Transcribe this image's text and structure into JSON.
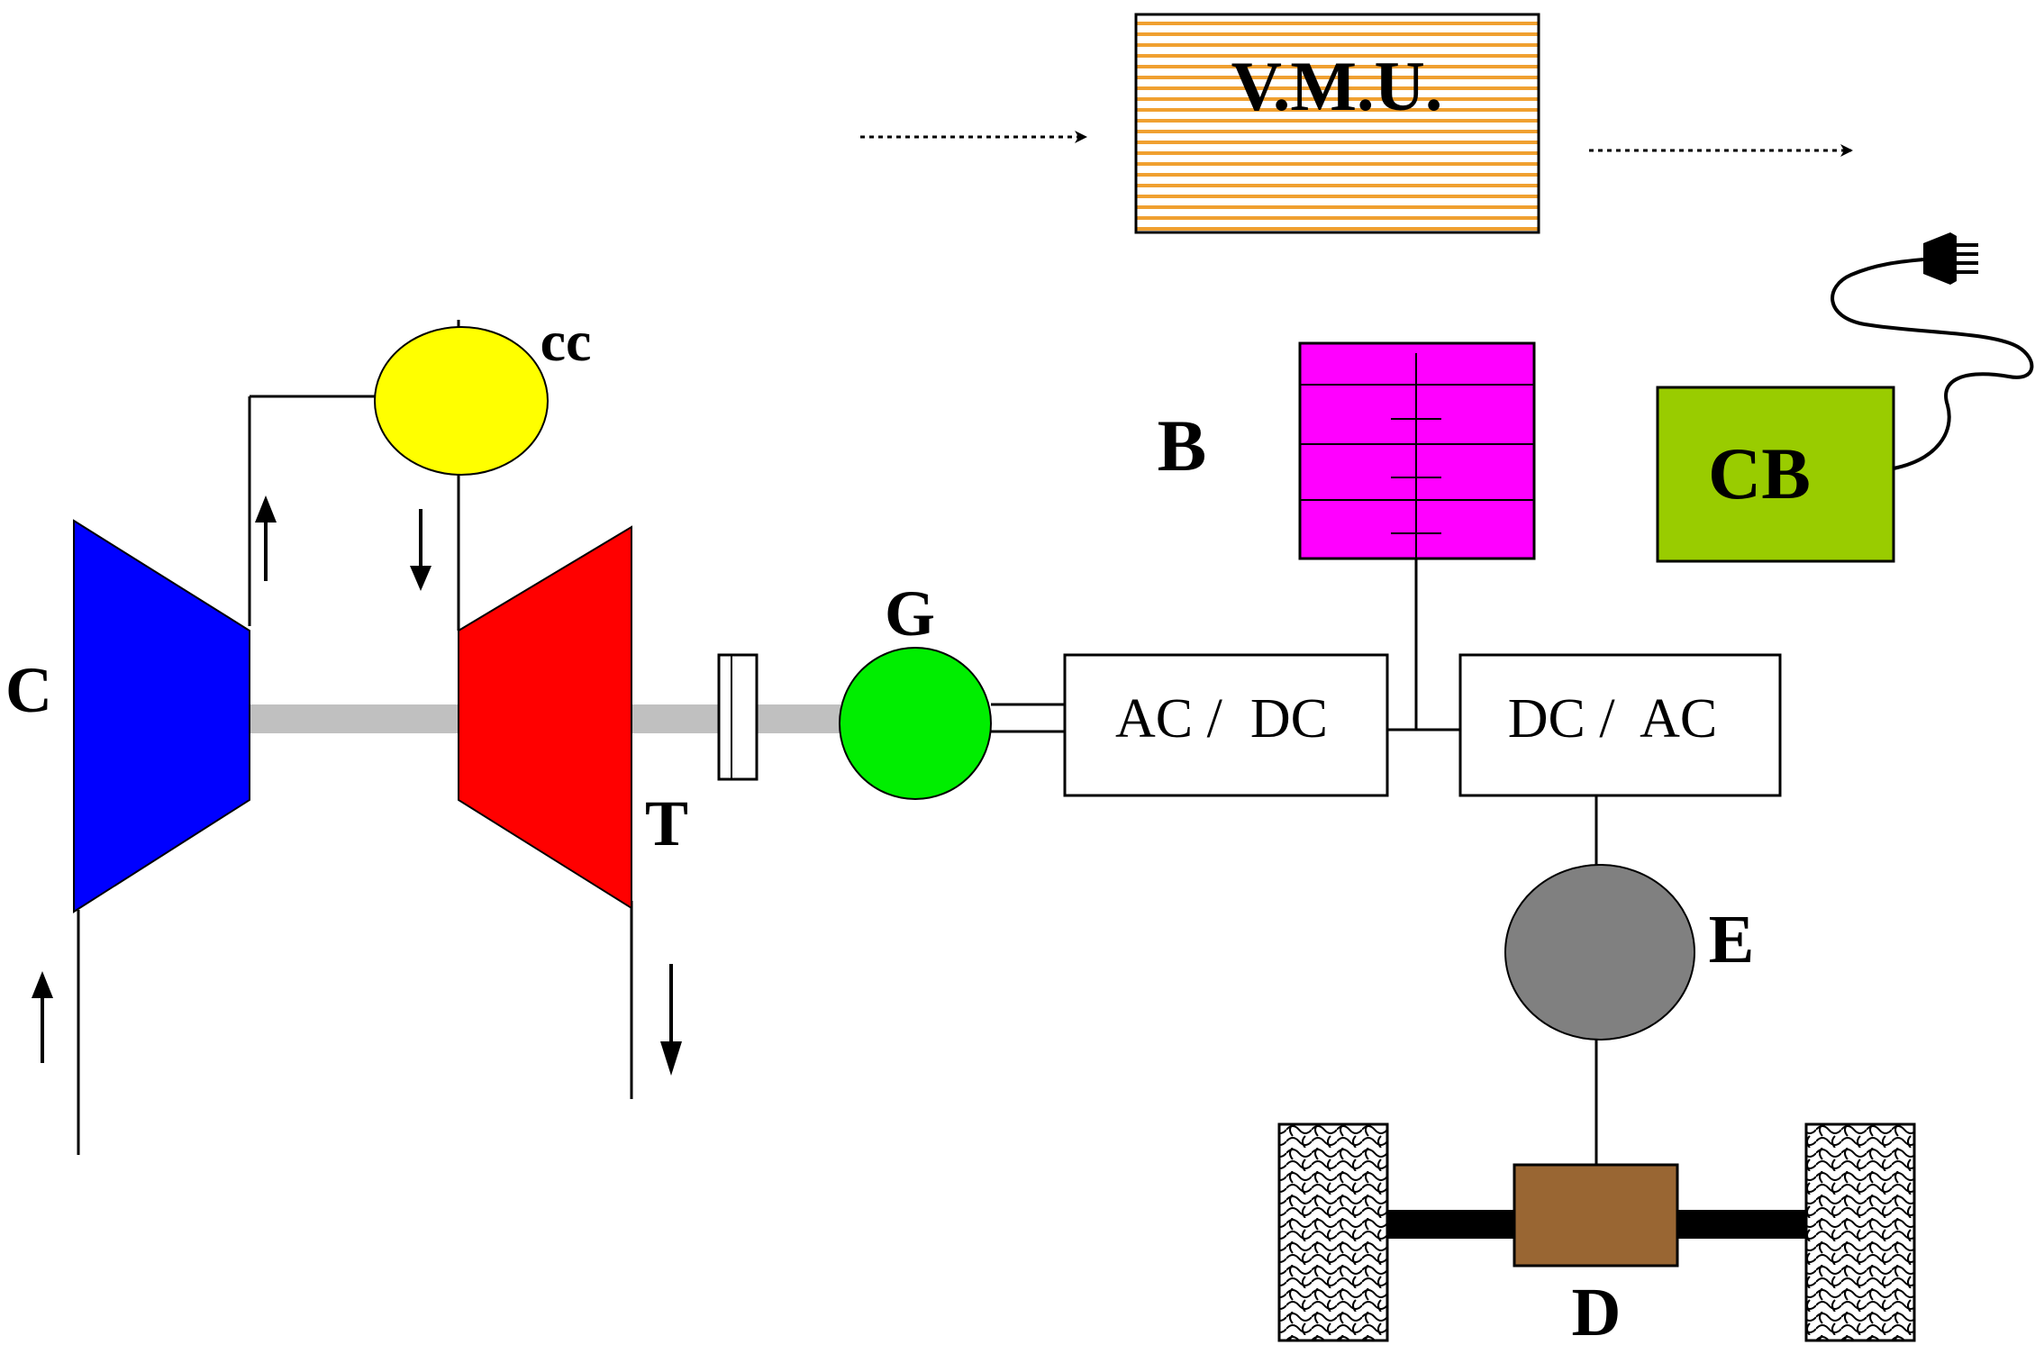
{
  "labels": {
    "vmu": "V.M.U.",
    "compressor": "C",
    "combustion_chamber": "cc",
    "turbine": "T",
    "generator": "G",
    "battery": "B",
    "charger": "CB",
    "rectifier": "AC /  DC",
    "inverter": "DC /  AC",
    "motor": "E",
    "differential": "D"
  },
  "colors": {
    "compressor": "#0000ff",
    "turbine": "#ff0000",
    "combustion_chamber": "#ffff00",
    "generator": "#00ee00",
    "battery": "#ff00ff",
    "charger": "#99cc00",
    "motor": "#808080",
    "differential": "#996633",
    "vmu_stripes": "#f0a030",
    "shaft": "#c0c0c0"
  }
}
